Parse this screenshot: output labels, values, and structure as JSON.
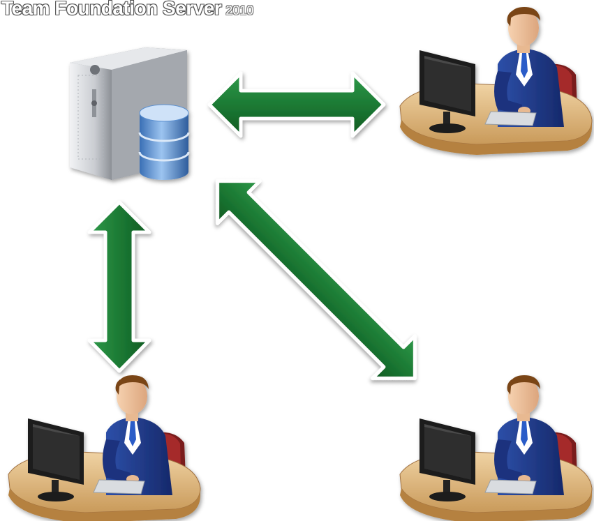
{
  "title": {
    "product": "Team Foundation Server",
    "version": "2010"
  },
  "diagram": {
    "type": "client-server topology",
    "nodes": [
      {
        "id": "server",
        "kind": "server with database",
        "icon": "server-database-icon"
      },
      {
        "id": "client-top-right",
        "kind": "user workstation",
        "icon": "developer-workstation-icon"
      },
      {
        "id": "client-bottom-left",
        "kind": "user workstation",
        "icon": "developer-workstation-icon"
      },
      {
        "id": "client-bottom-right",
        "kind": "user workstation",
        "icon": "developer-workstation-icon"
      }
    ],
    "connections": [
      {
        "from": "server",
        "to": "client-top-right",
        "direction": "bidirectional"
      },
      {
        "from": "server",
        "to": "client-bottom-left",
        "direction": "bidirectional"
      },
      {
        "from": "server",
        "to": "client-bottom-right",
        "direction": "bidirectional"
      }
    ],
    "colors": {
      "arrow": "#1c7a34",
      "arrow_dark": "#0e5a22",
      "desk": "#d9b27a",
      "suit": "#1f3a8a",
      "server": "#c9ccd1",
      "database": "#5a8fd0"
    }
  }
}
